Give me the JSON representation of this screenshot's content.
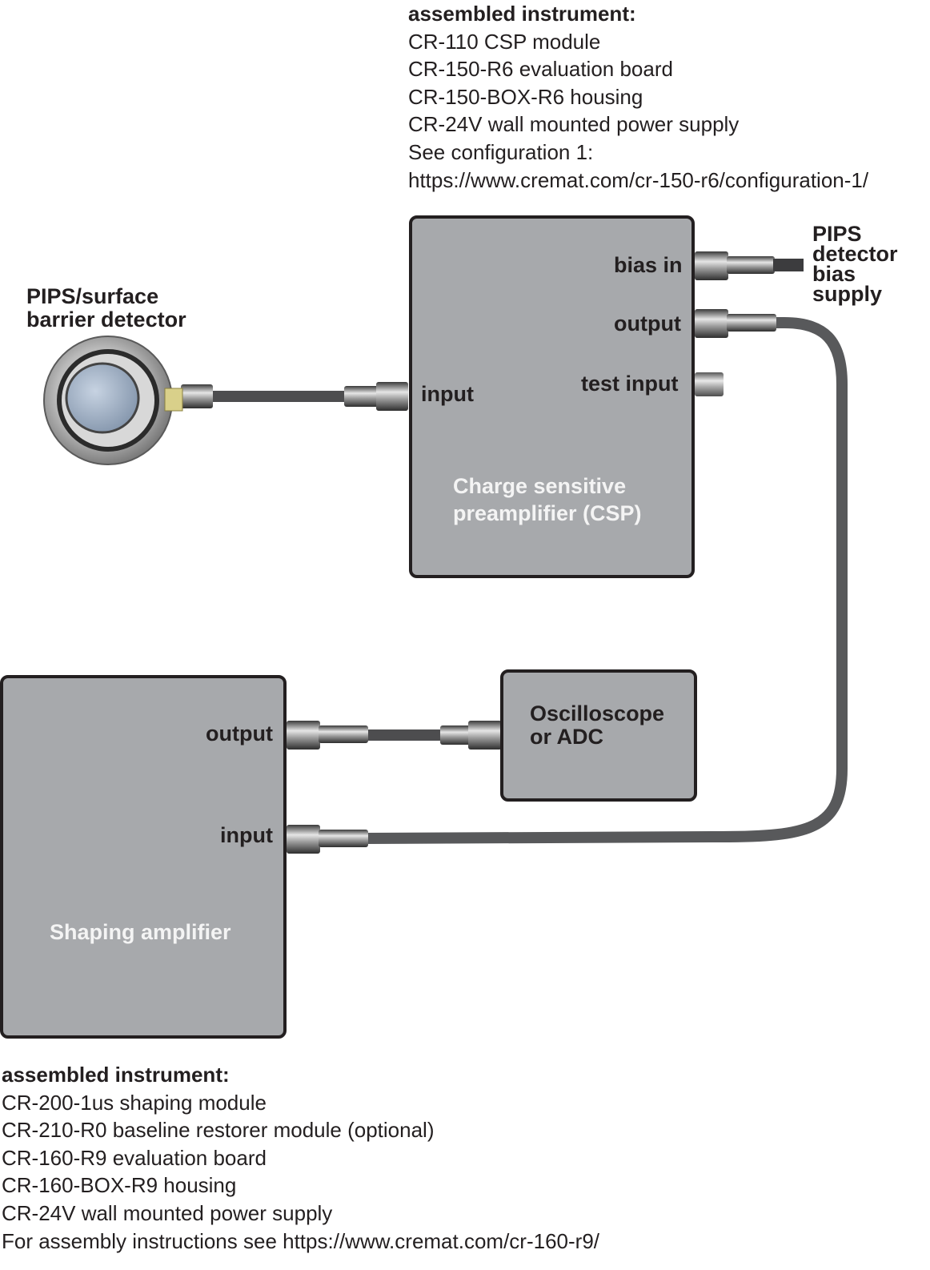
{
  "csp_instrument": {
    "heading": "assembled instrument:",
    "items": [
      "CR-110 CSP module",
      "CR-150-R6 evaluation board",
      "CR-150-BOX-R6 housing",
      "CR-24V wall mounted power supply",
      "See configuration 1:",
      "https://www.cremat.com/cr-150-r6/configuration-1/"
    ]
  },
  "shaper_instrument": {
    "heading": "assembled instrument:",
    "items": [
      "CR-200-1us shaping module",
      "CR-210-R0 baseline restorer module (optional)",
      "CR-160-R9 evaluation board",
      "CR-160-BOX-R9 housing",
      "CR-24V wall mounted power supply",
      "For assembly instructions see https://www.cremat.com/cr-160-r9/"
    ]
  },
  "detector": {
    "label_line1": "PIPS/surface",
    "label_line2": "barrier detector"
  },
  "bias_supply": {
    "lines": [
      "PIPS",
      "detector",
      "bias",
      "supply"
    ]
  },
  "csp_box": {
    "title_line1": "Charge sensitive",
    "title_line2": "preamplifier (CSP)",
    "ports": {
      "bias_in": "bias in",
      "output": "output",
      "test_input": "test input",
      "input": "input"
    }
  },
  "scope_box": {
    "title_line1": "Oscilloscope",
    "title_line2": "or ADC"
  },
  "shaper_box": {
    "title": "Shaping amplifier",
    "ports": {
      "output": "output",
      "input": "input"
    }
  },
  "colors": {
    "box_fill": "#a7a9ac",
    "outline": "#231f20",
    "cable": "#58595b",
    "box_text": "#f4f4f4"
  }
}
